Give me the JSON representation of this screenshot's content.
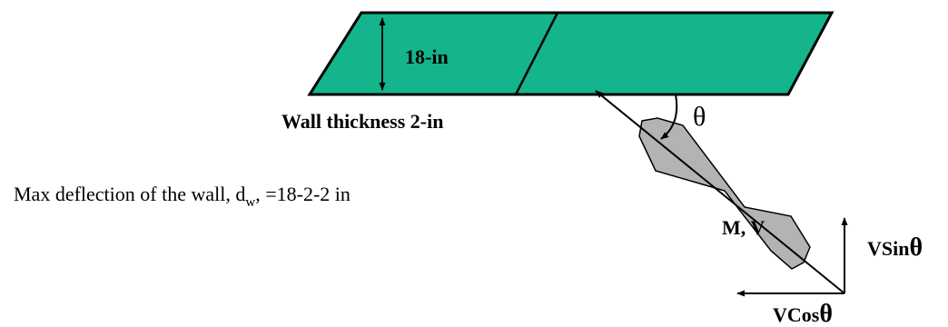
{
  "labels": {
    "slab_thickness": "18-in",
    "wall_thickness": "Wall thickness 2-in",
    "angle": "θ",
    "load": "M, V",
    "v_sin_prefix": "VSin",
    "v_cos_prefix": "VCos",
    "theta_symbol": "θ"
  },
  "note": {
    "prefix": "Max deflection of the wall, d",
    "subscript": "w",
    "suffix": ", =18-2-2 in"
  },
  "colors": {
    "slab_fill": "#14b48c",
    "vessel_fill": "#b3b3b3",
    "stroke": "#000000",
    "background": "#ffffff"
  }
}
